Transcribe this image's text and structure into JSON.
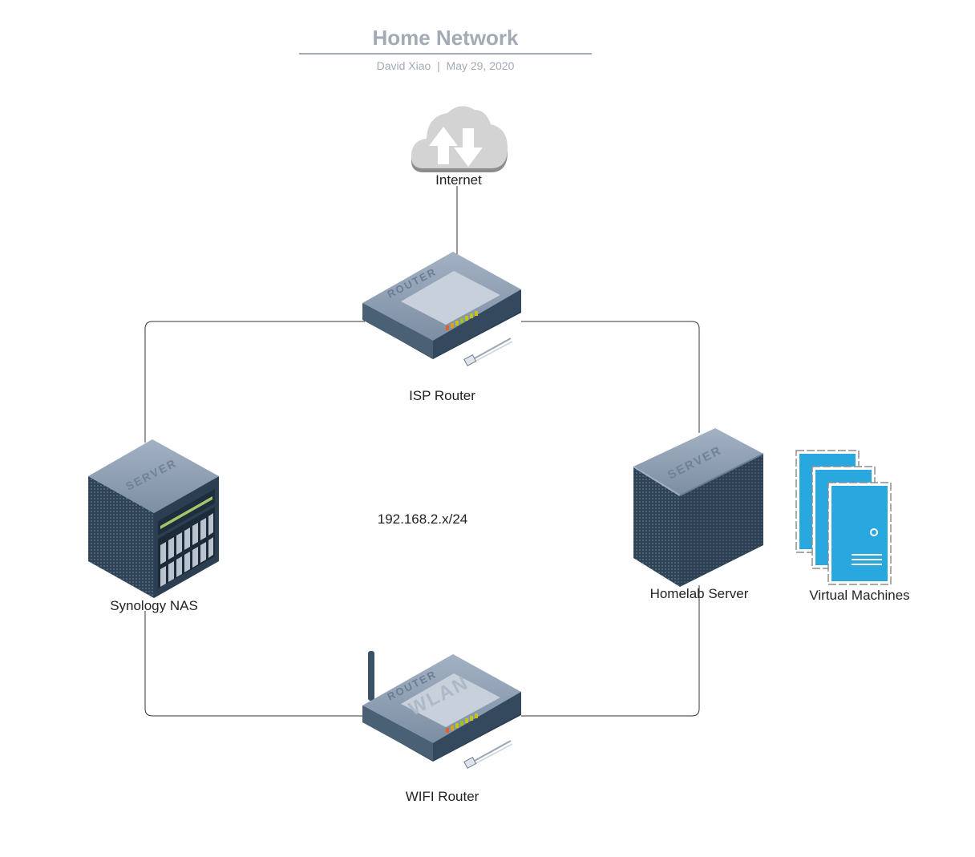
{
  "title": "Home Network",
  "subtitle": {
    "author": "David Xiao",
    "separator": "|",
    "date": "May 29, 2020"
  },
  "nodes": {
    "internet": {
      "label": "Internet",
      "icon": "cloud-upload-download-icon"
    },
    "isp_router": {
      "label": "ISP Router",
      "icon": "router-icon"
    },
    "nas": {
      "label": "Synology NAS",
      "icon": "rack-server-icon"
    },
    "subnet": {
      "label": "192.168.2.x/24"
    },
    "homelab": {
      "label": "Homelab Server",
      "icon": "tower-server-icon"
    },
    "vms": {
      "label": "Virtual Machines",
      "icon": "stacked-servers-icon"
    },
    "wifi_router": {
      "label": "WIFI Router",
      "icon": "wlan-router-icon"
    }
  },
  "device_text": {
    "router": "ROUTER",
    "server": "SERVER",
    "wlan": "WLAN"
  },
  "colors": {
    "title": "#a2aab5",
    "line": "#333333",
    "cloud": "#cfcfcf",
    "device_top": "#8f9fb3",
    "device_panel": "#c5ced9",
    "device_side": "#34485c",
    "vm_blue": "#29a8e0"
  }
}
